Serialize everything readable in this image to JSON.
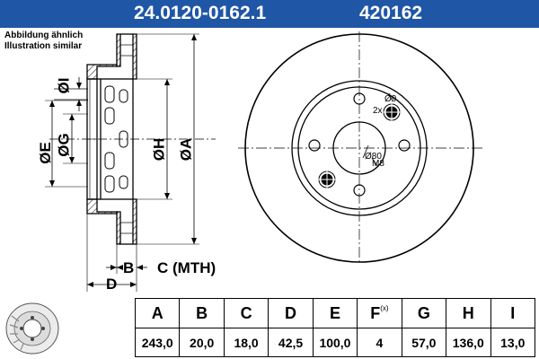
{
  "header": {
    "part_number": "24.0120-0162.1",
    "code": "420162"
  },
  "note": {
    "line1": "Abbildung ähnlich",
    "line2": "Illustration similar"
  },
  "labels": {
    "I": "ØI",
    "E": "ØE",
    "G": "ØG",
    "H": "ØH",
    "A": "ØA",
    "B": "B",
    "C": "C (MTH)",
    "D": "D",
    "d9": "Ø9",
    "x2": "2x",
    "d80": "Ø80",
    "m8": "M8"
  },
  "table": {
    "headers": [
      "A",
      "B",
      "C",
      "D",
      "E",
      "F",
      "G",
      "H",
      "I"
    ],
    "f_suffix": "(x)",
    "values": [
      "243,0",
      "20,0",
      "18,0",
      "42,5",
      "100,0",
      "4",
      "57,0",
      "136,0",
      "13,0"
    ]
  },
  "colors": {
    "header_bg": "#1f56a5",
    "header_text": "#ffffff"
  }
}
